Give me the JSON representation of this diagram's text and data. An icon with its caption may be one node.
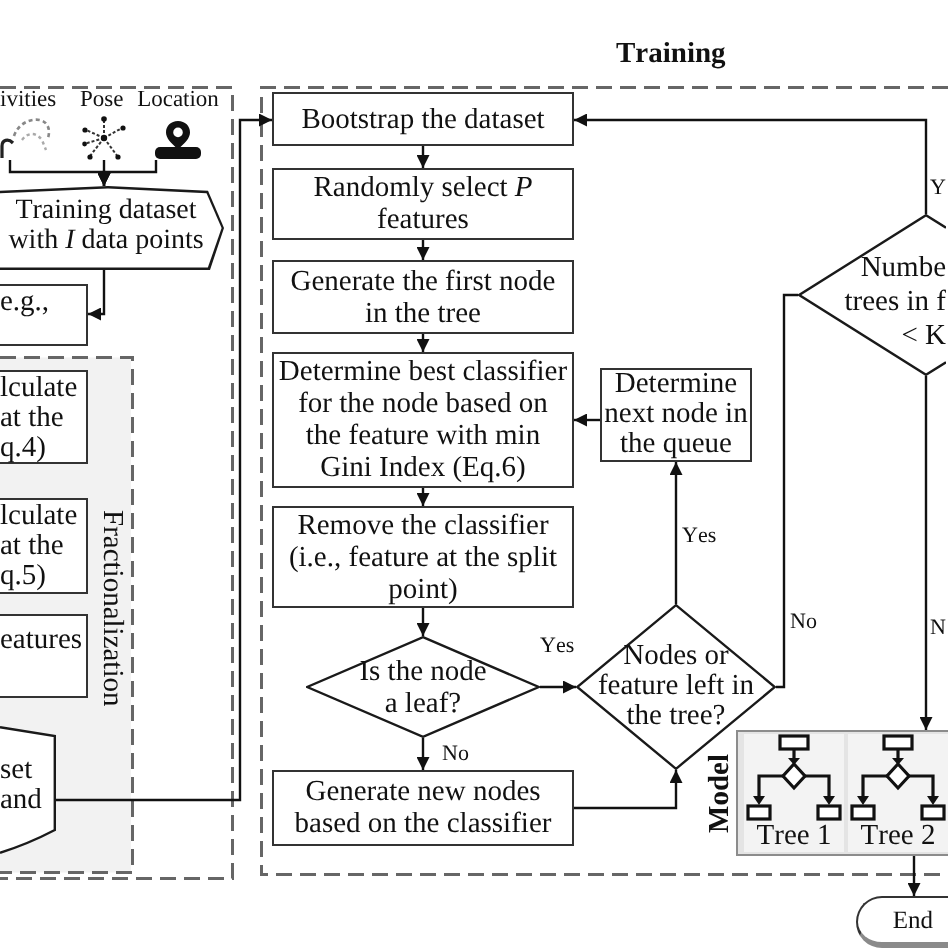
{
  "diagram": {
    "nodes": [
      {
        "text": [],
        "shape": "box"
      },
      {
        "text": [
          "ivities"
        ],
        "in": 0
      },
      {
        "text": [
          "Pose"
        ],
        "in": 0
      },
      {
        "text": [
          "Location"
        ],
        "in": 0
      },
      {
        "text": [
          "Training dataset with *I* data points"
        ],
        "in": 0
      },
      {
        "text": [
          "e.g.,"
        ],
        "in": 0
      },
      {
        "text": [
          "Fractionalization"
        ],
        "in": 0
      },
      {
        "text": [
          "lculate at the q.4)"
        ],
        "in": 6
      },
      {
        "text": [
          "lculate at the q.5)"
        ],
        "in": 6
      },
      {
        "text": [
          "eatures"
        ],
        "in": 6
      },
      {
        "text": [
          "set and"
        ],
        "in": 6
      },
      {
        "text": [
          "Training"
        ]
      },
      {
        "text": [
          "Bootstrap the dataset"
        ],
        "in": 11
      },
      {
        "text": [
          "Randomly select *P* features"
        ],
        "in": 11
      },
      {
        "text": [
          "Numbe trees in f < K"
        ],
        "in": 11
      },
      {
        "text": [
          "Generate the first node in the tree"
        ],
        "in": 11
      },
      {
        "text": [
          "Determine best classifier for the node based on the feature with min Gini Index (Eq.6)"
        ],
        "in": 11
      },
      {
        "text": [
          "Determine next node in the queue"
        ],
        "in": 11
      },
      {
        "text": [
          "Remove the classifier (i.e., feature at the split point)"
        ],
        "in": 11
      },
      {
        "text": [
          "Is the node a leaf?"
        ],
        "in": 11
      },
      {
        "text": [
          "Nodes or feature left in the tree?"
        ],
        "in": 11
      },
      {
        "text": [
          "Generate new nodes based on the classifier"
        ],
        "in": 11
      },
      {
        "text": [
          "Model"
        ],
        "in": 11
      },
      {
        "text": [
          "Tree 1"
        ],
        "in": 22
      },
      {
        "text": [
          "Tree 2"
        ],
        "in": 22
      },
      {
        "text": [
          "End"
        ]
      }
    ],
    "edges": [
      {
        "from": 1,
        "to": 4,
        "arrow": "to"
      },
      {
        "from": 2,
        "to": 4,
        "arrow": "to"
      },
      {
        "from": 3,
        "to": 4,
        "arrow": "to"
      },
      {
        "from": 4,
        "to": 5,
        "arrow": "to"
      },
      {
        "from": 10,
        "to": 12,
        "arrow": "to"
      },
      {
        "from": 12,
        "to": 13,
        "arrow": "to"
      },
      {
        "from": 13,
        "to": 15,
        "arrow": "to"
      },
      {
        "from": 15,
        "to": 16,
        "arrow": "to"
      },
      {
        "from": 16,
        "to": 18,
        "arrow": "to"
      },
      {
        "from": 18,
        "to": 19,
        "arrow": "to"
      },
      {
        "from": 19,
        "to": 20,
        "arrow": "to",
        "label": "Yes"
      },
      {
        "from": 19,
        "to": 21,
        "arrow": "to",
        "label": "No"
      },
      {
        "from": 21,
        "to": 20,
        "arrow": "to"
      },
      {
        "from": 20,
        "to": 17,
        "arrow": "to",
        "label": "Yes"
      },
      {
        "from": 17,
        "to": 16,
        "arrow": "to"
      },
      {
        "from": 20,
        "to": 14,
        "arrow": "none",
        "label": "No"
      },
      {
        "from": 14,
        "to": 12,
        "arrow": "to",
        "label": "Y"
      },
      {
        "from": 14,
        "to": 22,
        "arrow": "to",
        "label": "N"
      },
      {
        "from": 22,
        "to": 25,
        "arrow": "to"
      }
    ]
  }
}
